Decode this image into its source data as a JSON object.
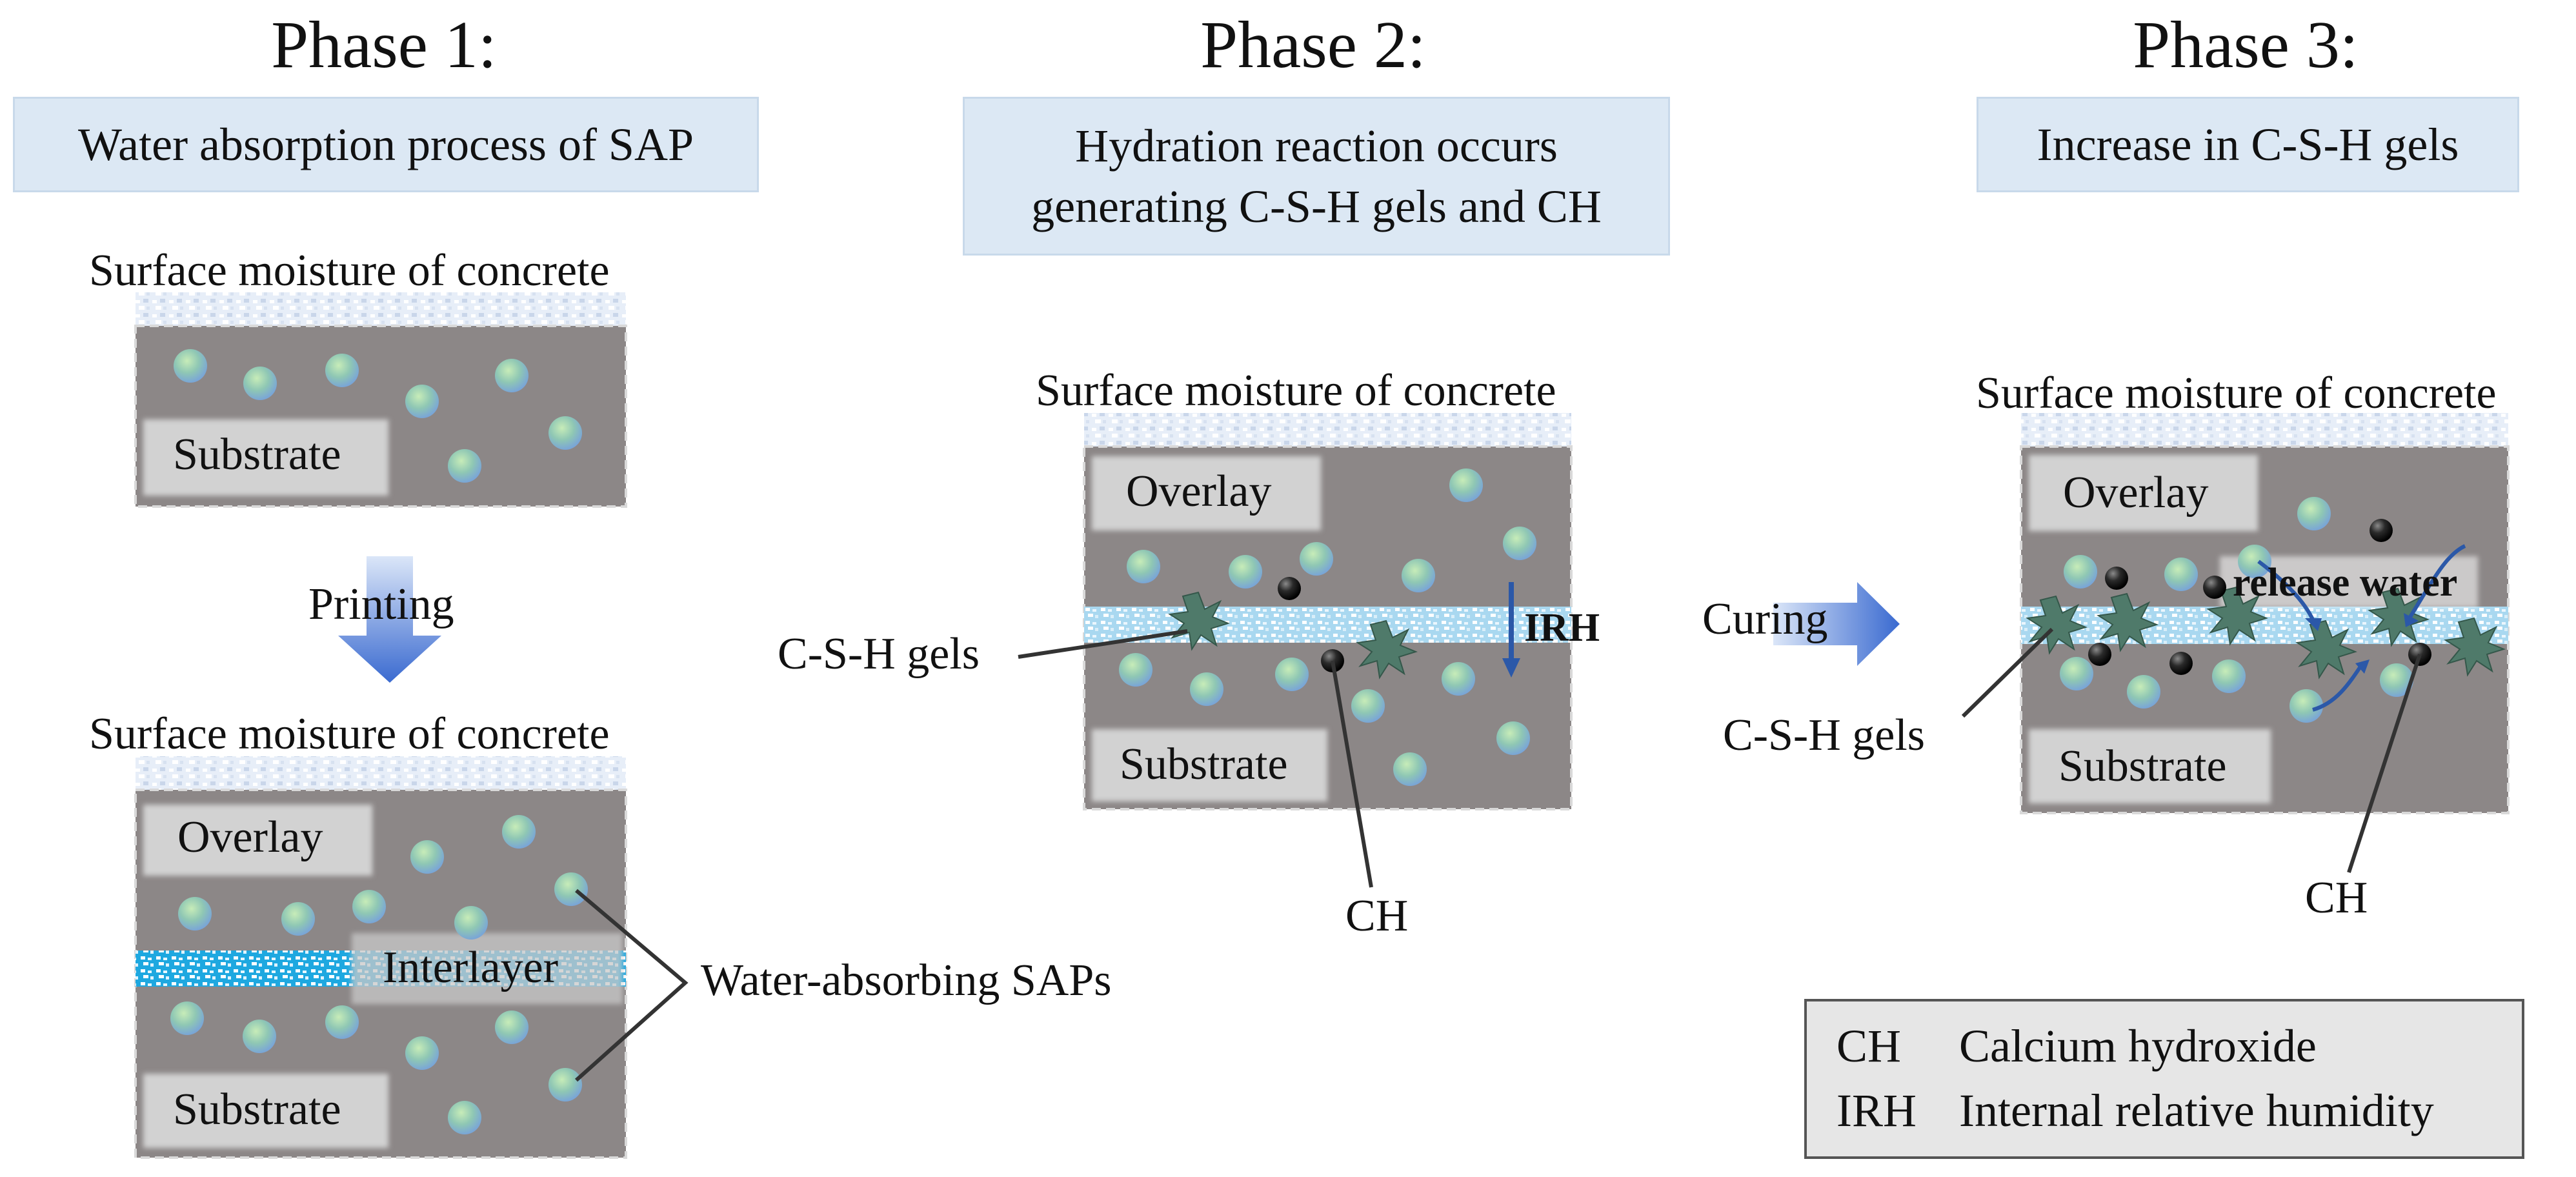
{
  "phases": [
    {
      "title": "Phase 1:",
      "caption": "Water absorption process of SAP"
    },
    {
      "title": "Phase 2:",
      "caption_line1": "Hydration reaction occurs",
      "caption_line2": "generating C-S-H gels and CH"
    },
    {
      "title": "Phase 3:",
      "caption": "Increase in C-S-H gels"
    }
  ],
  "labels": {
    "surface_moisture": "Surface moisture of concrete",
    "substrate": "Substrate",
    "overlay": "Overlay",
    "interlayer": "Interlayer",
    "printing": "Printing",
    "curing": "Curing",
    "water_absorbing_saps": "Water-absorbing SAPs",
    "csh_gels": "C-S-H gels",
    "ch": "CH",
    "irh": "IRH",
    "release_water": "release water"
  },
  "legend": [
    {
      "abbr": "CH",
      "meaning": "Calcium hydroxide"
    },
    {
      "abbr": "IRH",
      "meaning": "Internal relative humidity"
    }
  ],
  "colors": {
    "concrete": "#8c8787",
    "phase_box": "#dce8f4",
    "arrow_blue": "#3f6fcf",
    "interlayer_cyan": "#1ea8e0",
    "gel_green": "#4f7a6a"
  }
}
